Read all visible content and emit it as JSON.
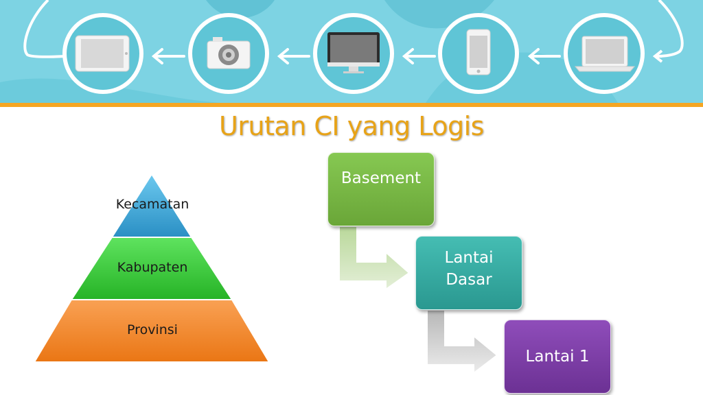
{
  "title": "Urutan CI yang Logis",
  "colors": {
    "banner": "#7dd3e3",
    "banner_border": "#f5a623",
    "title": "#e8a317",
    "pyramid_top": "#3fa9d6",
    "pyramid_middle": "#33cc33",
    "pyramid_bottom": "#f58220",
    "step_basement": "#77b843",
    "step_lantai_dasar": "#35a8a0",
    "step_lantai_1": "#7d3fa3"
  },
  "banner": {
    "icons": [
      "tablet-icon",
      "camera-icon",
      "desktop-monitor-icon",
      "smartphone-icon",
      "laptop-icon"
    ]
  },
  "pyramid": {
    "levels": [
      {
        "label": "Kecamatan"
      },
      {
        "label": "Kabupaten"
      },
      {
        "label": "Provinsi"
      }
    ]
  },
  "steps": [
    {
      "label": "Basement"
    },
    {
      "label": "Lantai\nDasar"
    },
    {
      "label": "Lantai 1"
    }
  ]
}
